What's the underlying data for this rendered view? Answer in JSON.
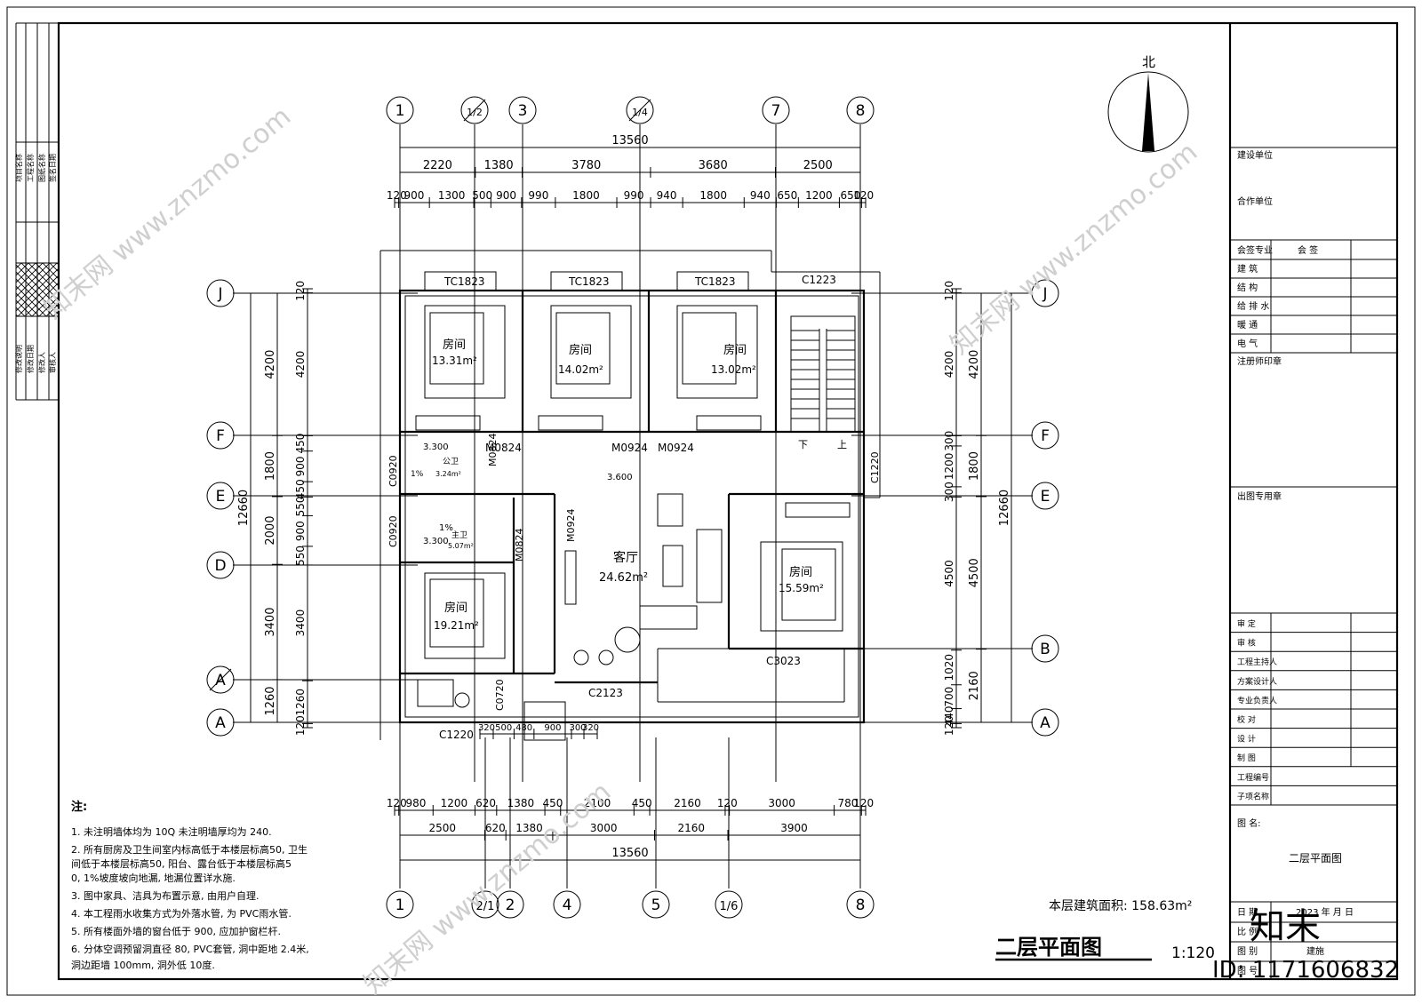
{
  "drawing": {
    "title": "二层平面图",
    "scale": "1:120",
    "area_text": "本层建筑面积: 158.63m²",
    "north_label": "北"
  },
  "axes": {
    "top": [
      "1",
      "1/2",
      "3",
      "1/4",
      "7",
      "8"
    ],
    "bottom": [
      "1",
      "2/1",
      "2",
      "4",
      "5",
      "1/6",
      "8"
    ],
    "left": [
      "J",
      "F",
      "E",
      "D",
      "A",
      "A"
    ],
    "left_slash_index": 4,
    "right": [
      "J",
      "F",
      "E",
      "B",
      "A"
    ]
  },
  "dimensions": {
    "top_total": "13560",
    "top_row1": [
      "2220",
      "1380",
      "3780",
      "3680",
      "2500"
    ],
    "top_row2": [
      "120",
      "900",
      "1300",
      "500",
      "900",
      "990",
      "1800",
      "990",
      "940",
      "1800",
      "940",
      "650",
      "1200",
      "650",
      "120"
    ],
    "bottom_row1": [
      "120",
      "980",
      "1200",
      "620",
      "1380",
      "450",
      "2100",
      "450",
      "2160",
      "120",
      "3000",
      "780",
      "120"
    ],
    "bottom_row2": [
      "2500",
      "620",
      "1380",
      "3000",
      "2160",
      "3900"
    ],
    "bottom_total": "13560",
    "bottom_misc": [
      "320",
      "500",
      "480",
      "900",
      "300",
      "320"
    ],
    "left_total": "12660",
    "left_outer": [
      "4200",
      "1800",
      "2000",
      "3400",
      "1260"
    ],
    "left_inner": [
      "120",
      "4200",
      "450",
      "900",
      "450",
      "550",
      "900",
      "550",
      "3400",
      "1260",
      "120"
    ],
    "right_total": "12660",
    "right_outer": [
      "4200",
      "1800",
      "4500",
      "2160"
    ],
    "right_inner": [
      "120",
      "4200",
      "300",
      "1200",
      "300",
      "4500",
      "1020",
      "700",
      "440",
      "120"
    ]
  },
  "rooms": [
    {
      "name": "房间",
      "area": "13.31m²"
    },
    {
      "name": "房间",
      "area": "14.02m²"
    },
    {
      "name": "房间",
      "area": "13.02m²"
    },
    {
      "name": "房间",
      "area": "15.59m²"
    },
    {
      "name": "房间",
      "area": "19.21m²"
    },
    {
      "name": "客厅",
      "area": "24.62m²"
    }
  ],
  "baths": [
    {
      "name": "公卫",
      "area": "3.24m²",
      "level": "3.300",
      "slope": "1%"
    },
    {
      "name": "主卫",
      "area": "5.07m²",
      "level": "3.300",
      "slope": "1%"
    }
  ],
  "floor_level": "3.600",
  "openings": [
    "TC1823",
    "TC1823",
    "TC1823",
    "C1223",
    "M0824",
    "M0924",
    "M0924",
    "M0824",
    "M0924",
    "M0824",
    "C0920",
    "C0920",
    "C1220",
    "C3023",
    "C2123",
    "C1220",
    "C0720"
  ],
  "stair": [
    "下",
    "上"
  ],
  "notes": {
    "heading": "注:",
    "lines": [
      "1. 未注明墙体均为    10Q 未注明墙厚均为       240.",
      "2. 所有厨房及卫生间室内标高低于本楼层标高50, 卫生",
      "   间低于本楼层标高50, 阳台、露台低于本楼层标高5",
      "   0, 1%坡度坡向地漏, 地漏位置详水施.",
      "3. 图中家具、洁具为布置示意, 由用户自理.",
      "4. 本工程雨水收集方式为外落水管, 为          PVC雨水管.",
      "5. 所有楼面外墙的窗台低于           900, 应加护窗栏杆.",
      "6. 分体空调预留洞直径          80, PVC套管, 洞中距地       2.4米,",
      "   洞边距墙      100mm, 洞外低      10度."
    ]
  },
  "title_block": {
    "rows": [
      "建设单位",
      "合作单位"
    ],
    "sign_header": [
      "会签专业",
      "会    签"
    ],
    "sign_rows": [
      "建    筑",
      "结    构",
      "给 排 水",
      "暖    通",
      "电    气"
    ],
    "stamp1": "注册师印章",
    "stamp2": "出图专用章",
    "approval_rows": [
      "审    定",
      "审    核",
      "工程主持人",
      "方案设计人",
      "专业负责人",
      "校    对",
      "设    计",
      "制    图",
      "工程编号",
      "子项名称"
    ],
    "name_label": "图    名:",
    "name_value": "二层平面图",
    "date_label": "日    期",
    "date_value": "2023  年    月    日",
    "scale_label": "比    例",
    "category_label": "图    别",
    "category_value": "建施",
    "number_label": "图    号"
  },
  "left_strip": {
    "top_cells": [
      "项目名称",
      "工程名称",
      "图纸名称",
      "签名日期"
    ],
    "lower_cells": [
      "修改说明",
      "修改日期",
      "修改人",
      "审核人"
    ]
  },
  "watermark": {
    "text": "知末网 www.znzmo.com",
    "logo": "知末",
    "id": "ID: 1171606832"
  }
}
